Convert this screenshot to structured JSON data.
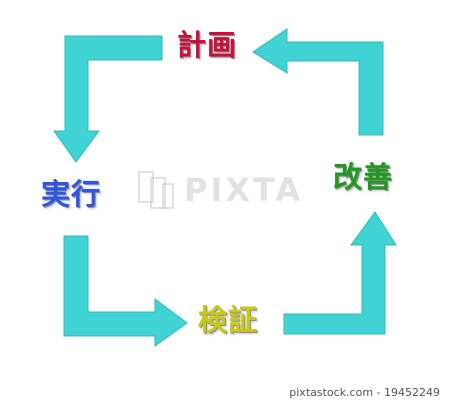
{
  "steps": {
    "plan": {
      "label": "計画",
      "color": "#c8103c"
    },
    "do": {
      "label": "実行",
      "color": "#2e55e8"
    },
    "check": {
      "label": "検証",
      "color": "#c8c81a"
    },
    "act": {
      "label": "改善",
      "color": "#1f9a1f"
    }
  },
  "arrow_color": "#3fd3d3",
  "watermark": {
    "logo": "PIXTA"
  },
  "footer": {
    "text": "pixtastock.com - 19452249"
  }
}
